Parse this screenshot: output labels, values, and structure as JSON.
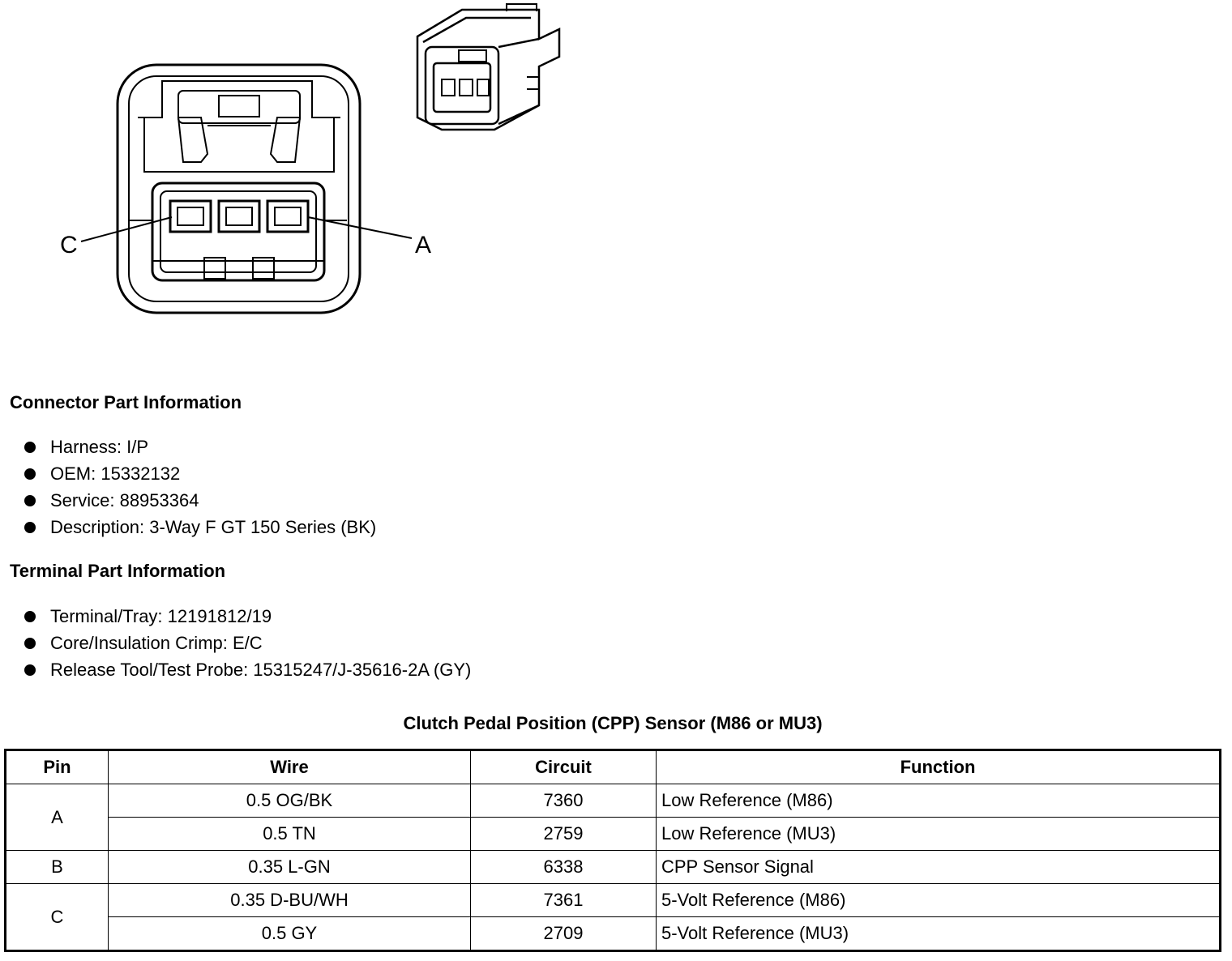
{
  "diagram": {
    "label_c": "C",
    "label_a": "A"
  },
  "connector_info": {
    "title": "Connector Part Information",
    "items": [
      "Harness: I/P",
      "OEM: 15332132",
      "Service: 88953364",
      "Description: 3-Way F GT 150 Series (BK)"
    ]
  },
  "terminal_info": {
    "title": "Terminal Part Information",
    "items": [
      "Terminal/Tray: 12191812/19",
      "Core/Insulation Crimp: E/C",
      "Release Tool/Test Probe: 15315247/J-35616-2A (GY)"
    ]
  },
  "table": {
    "title": "Clutch Pedal Position (CPP) Sensor (M86 or MU3)",
    "headers": [
      "Pin",
      "Wire",
      "Circuit",
      "Function"
    ],
    "rows": [
      {
        "pin": "A",
        "wire": "0.5 OG/BK",
        "circuit": "7360",
        "function": "Low Reference (M86)"
      },
      {
        "pin": "",
        "wire": "0.5 TN",
        "circuit": "2759",
        "function": "Low Reference (MU3)"
      },
      {
        "pin": "B",
        "wire": "0.35 L-GN",
        "circuit": "6338",
        "function": "CPP Sensor Signal"
      },
      {
        "pin": "C",
        "wire": "0.35 D-BU/WH",
        "circuit": "7361",
        "function": "5-Volt Reference (M86)"
      },
      {
        "pin": "",
        "wire": "0.5 GY",
        "circuit": "2709",
        "function": "5-Volt Reference (MU3)"
      }
    ]
  }
}
